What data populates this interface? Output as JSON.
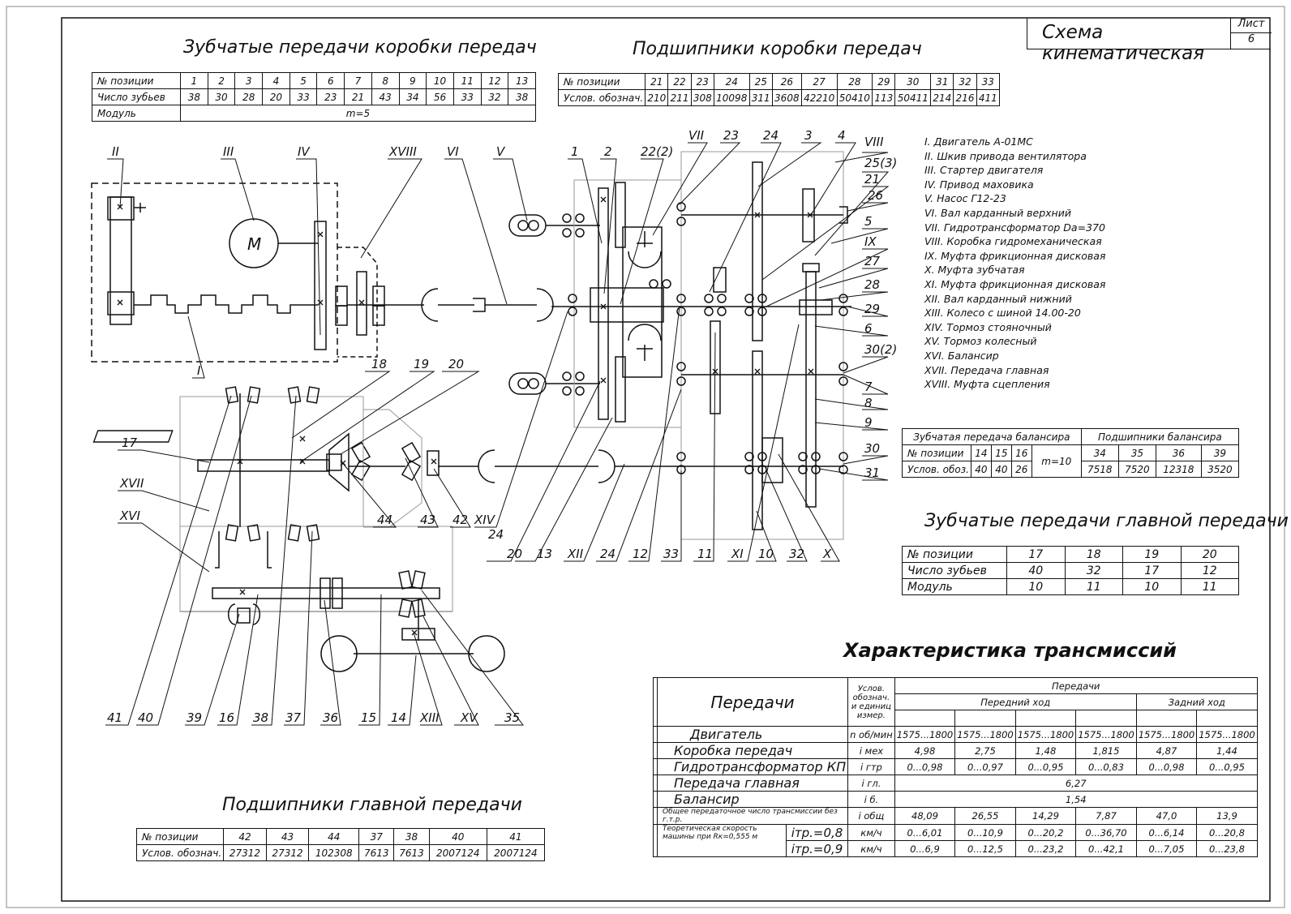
{
  "stamp": {
    "title": "Схема кинематическая",
    "sheet_label": "Лист",
    "sheet_no": "6"
  },
  "titles": {
    "gears_box": "Зубчатые передачи коробки передач",
    "bearings_box": "Подшипники коробки передач",
    "gears_main": "Зубчатые передачи главной передачи",
    "bearings_main": "Подшипники главной передачи",
    "characteristics": "Характеристика трансмиссий"
  },
  "gears_box_table": {
    "row_labels": [
      "№ позиции",
      "Число зубьев",
      "Модуль"
    ],
    "positions": [
      "1",
      "2",
      "3",
      "4",
      "5",
      "6",
      "7",
      "8",
      "9",
      "10",
      "11",
      "12",
      "13"
    ],
    "teeth": [
      "38",
      "30",
      "28",
      "20",
      "33",
      "23",
      "21",
      "43",
      "34",
      "56",
      "33",
      "32",
      "38"
    ],
    "module": "m=5"
  },
  "bearings_box_table": {
    "row_labels": [
      "№ позиции",
      "Услов. обознач."
    ],
    "positions": [
      "21",
      "22",
      "23",
      "24",
      "25",
      "26",
      "27",
      "28",
      "29",
      "30",
      "31",
      "32",
      "33"
    ],
    "codes": [
      "210",
      "211",
      "308",
      "10098",
      "311",
      "3608",
      "42210",
      "50410",
      "113",
      "50411",
      "214",
      "216",
      "411"
    ]
  },
  "legend": [
    "I. Двигатель А-01МС",
    "II. Шкив привода вентилятора",
    "III. Стартер двигателя",
    "IV. Привод маховика",
    "V. Насос Г12-23",
    "VI. Вал карданный верхний",
    "VII. Гидротрансформатор Da=370",
    "VIII. Коробка гидромеханическая",
    "IX. Муфта фрикционная дисковая",
    "X. Муфта зубчатая",
    "XI. Муфта фрикционная дисковая",
    "XII. Вал карданный нижний",
    "XIII. Колесо с шиной 14.00-20",
    "XIV. Тормоз стояночный",
    "XV. Тормоз колесный",
    "XVI. Балансир",
    "XVII. Передача главная",
    "XVIII. Муфта сцепления"
  ],
  "balancer_table": {
    "gear_header": "Зубчатая передача балансира",
    "bearing_header": "Подшипники балансира",
    "row_labels": [
      "№ позиции",
      "Услов. обоз."
    ],
    "gear_positions": [
      "14",
      "15",
      "16"
    ],
    "gear_codes": [
      "40",
      "40",
      "26"
    ],
    "module": "m=10",
    "bearing_positions": [
      "34",
      "35",
      "36",
      "39"
    ],
    "bearing_codes": [
      "7518",
      "7520",
      "12318",
      "3520"
    ]
  },
  "gears_main_table": {
    "row_labels": [
      "№ позиции",
      "Число зубьев",
      "Модуль"
    ],
    "positions": [
      "17",
      "18",
      "19",
      "20"
    ],
    "teeth": [
      "40",
      "32",
      "17",
      "12"
    ],
    "module": [
      "10",
      "11",
      "10",
      "11"
    ]
  },
  "bearings_main_table": {
    "row_labels": [
      "№ позиции",
      "Услов. обознач."
    ],
    "positions": [
      "42",
      "43",
      "44",
      "37",
      "38",
      "40",
      "41"
    ],
    "codes": [
      "27312",
      "27312",
      "102308",
      "7613",
      "7613",
      "2007124",
      "2007124"
    ]
  },
  "char_table": {
    "col_transmissions": "Передачи",
    "col_units": "Услов. обознач. и единиц измер.",
    "col_gears": "Передачи",
    "forward": "Передний ход",
    "reverse": "Задний ход",
    "rows": [
      {
        "name": "Двигатель",
        "unit": "n об/мин",
        "values": [
          "1575...1800",
          "1575...1800",
          "1575...1800",
          "1575...1800",
          "1575...1800",
          "1575...1800"
        ]
      },
      {
        "name": "Коробка передач",
        "unit": "i мех",
        "values": [
          "4,98",
          "2,75",
          "1,48",
          "1,815",
          "4,87",
          "1,44"
        ]
      },
      {
        "name": "Гидротрансформатор КП",
        "unit": "i гтр",
        "values": [
          "0...0,98",
          "0...0,97",
          "0...0,95",
          "0...0,83",
          "0...0,98",
          "0...0,95"
        ]
      },
      {
        "name": "Передача главная",
        "unit": "i гл.",
        "merged": "6,27"
      },
      {
        "name": "Балансир",
        "unit": "i б.",
        "merged": "1,54"
      },
      {
        "name": "Общее передаточное число трансмиссии без г.т.р.",
        "unit": "i общ",
        "values": [
          "48,09",
          "26,55",
          "14,29",
          "7,87",
          "47,0",
          "13,9"
        ]
      }
    ],
    "speed_label": "Теоретическая скорость машины при Rк=0,555 м",
    "speed_rows": [
      {
        "ratio": "iтр.=0,8",
        "unit": "км/ч",
        "values": [
          "0...6,01",
          "0...10,9",
          "0...20,2",
          "0...36,70",
          "0...6,14",
          "0...20,8"
        ]
      },
      {
        "ratio": "iтр.=0,9",
        "unit": "км/ч",
        "values": [
          "0...6,9",
          "0...12,5",
          "0...23,2",
          "0...42,1",
          "0...7,05",
          "0...23,8"
        ]
      }
    ]
  },
  "callouts": {
    "II": "II",
    "III": "III",
    "IV": "IV",
    "XVIII": "XVIII",
    "VI": "VI",
    "V": "V",
    "VII": "VII",
    "VIII": "VIII",
    "IX": "IX",
    "I": "I",
    "XVII": "XVII",
    "XVI": "XVI",
    "XIV": "XIV",
    "XII": "XII",
    "XI": "XI",
    "X": "X",
    "XIII": "XIII",
    "XV": "XV",
    "n1": "1",
    "n2": "2",
    "n22": "22(2)",
    "n23": "23",
    "n24": "24",
    "n3": "3",
    "n4": "4",
    "n25": "25(3)",
    "n21": "21",
    "n26": "26",
    "n5": "5",
    "n27": "27",
    "n28": "28",
    "n29": "29",
    "n6": "6",
    "n30a": "30(2)",
    "n7": "7",
    "n8": "8",
    "n9": "9",
    "n30": "30",
    "n31": "31",
    "n18": "18",
    "n19": "19",
    "n20": "20",
    "n17": "17",
    "b44": "44",
    "b43": "43",
    "b42": "42",
    "b24": "24",
    "b20": "20",
    "b13": "13",
    "b24b": "24",
    "b12": "12",
    "b33": "33",
    "b11": "11",
    "b10": "10",
    "b32": "32",
    "b41": "41",
    "b40": "40",
    "b39": "39",
    "b16": "16",
    "b38": "38",
    "b37": "37",
    "b36": "36",
    "b15": "15",
    "b14": "14",
    "b35": "35",
    "M": "M"
  }
}
